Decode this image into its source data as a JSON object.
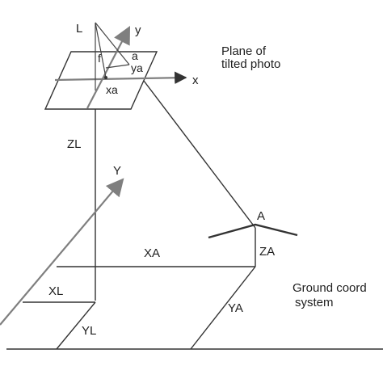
{
  "diagram": {
    "labels": {
      "L": "L",
      "y_small": "y",
      "x_small": "x",
      "f": "f",
      "a": "a",
      "ya": "ya",
      "xa": "xa",
      "plane_line1": "Plane of",
      "plane_line2": "tilted photo",
      "ZL": "ZL",
      "Y_big": "Y",
      "A": "A",
      "XA": "XA",
      "ZA": "ZA",
      "XL": "XL",
      "YL": "YL",
      "YA": "YA",
      "ground_line1": "Ground coord",
      "ground_line2": "system"
    },
    "colors": {
      "ink": "#333333",
      "axis_gray": "#7f7f7f",
      "background": "#ffffff"
    }
  }
}
